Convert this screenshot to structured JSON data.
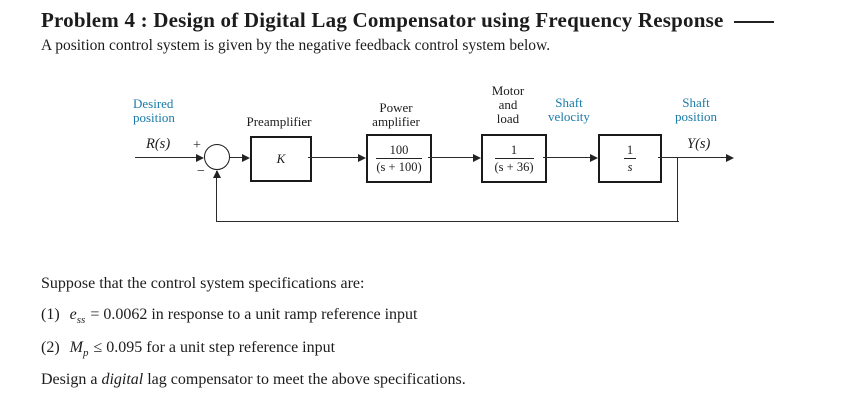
{
  "colors": {
    "label_blue": "#1a7ba9",
    "text_black": "#1c1c1c",
    "line_color": "#2b2b2b"
  },
  "header": {
    "title": "Problem 4 : Design of Digital Lag Compensator using Frequency Response",
    "subtitle": "A position control system is given by the negative feedback control system below."
  },
  "diagram": {
    "desired_position": {
      "line1": "Desired",
      "line2": "position"
    },
    "input_signal": "R(s)",
    "plus": "+",
    "minus": "−",
    "preamplifier_label": "Preamplifier",
    "power_amplifier_label": {
      "line1": "Power",
      "line2": "amplifier"
    },
    "motor_load_label": {
      "line1": "Motor",
      "line2": "and",
      "line3": "load"
    },
    "shaft_velocity": {
      "line1": "Shaft",
      "line2": "velocity"
    },
    "shaft_position": {
      "line1": "Shaft",
      "line2": "position"
    },
    "blocks": {
      "preamplifier_gain": "K",
      "power_amplifier": {
        "numerator": "100",
        "denominator": "(s + 100)"
      },
      "motor_load": {
        "numerator": "1",
        "denominator": "(s + 36)"
      },
      "integrator": {
        "numerator": "1",
        "denominator": "s"
      }
    },
    "output_signal": "Y(s)"
  },
  "specs": {
    "intro": "Suppose that the control system specifications are:",
    "item1": {
      "num": "(1)",
      "var": "e",
      "sub": "ss",
      "text": "= 0.0062 in response to a unit ramp reference input"
    },
    "item2": {
      "num": "(2)",
      "var": "M",
      "sub": "p",
      "text": "≤ 0.095 for a unit step reference input"
    },
    "closing": {
      "pre": "Design a",
      "italic": "digital",
      "post": "lag compensator to meet the above specifications."
    }
  }
}
